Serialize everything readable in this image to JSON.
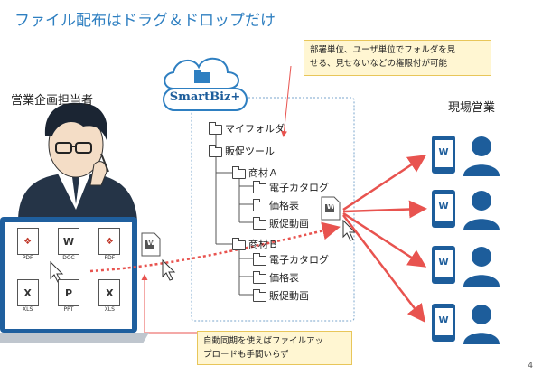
{
  "title": "ファイル配布はドラグ＆ドロップだけ",
  "left_label": "営業企画担当者",
  "right_label": "現場営業",
  "brand": "SmartBiz+",
  "note_top": {
    "line1": "部署単位、ユーザ単位でフォルダを見",
    "line2": "せる、見せないなどの権限付が可能"
  },
  "note_bottom": {
    "line1": "自動同期を使えばファイルアッ",
    "line2": "プロードも手間いらず"
  },
  "tree": {
    "my_folder": "マイフォルダ",
    "sales_tools": "販促ツール",
    "product_a": "商材Ａ",
    "a_items": [
      "電子カタログ",
      "価格表",
      "販促動画"
    ],
    "product_b": "商材Ｂ",
    "b_items": [
      "電子カタログ",
      "価格表",
      "販促動画"
    ]
  },
  "laptop_files": [
    {
      "ext": "PDF",
      "type": "pdf"
    },
    {
      "ext": "DOC",
      "type": "doc"
    },
    {
      "ext": "PDF",
      "type": "pdf"
    },
    {
      "ext": "XLS",
      "type": "xls"
    },
    {
      "ext": "PPT",
      "type": "ppt"
    },
    {
      "ext": "XLS",
      "type": "xls"
    }
  ],
  "doc_letter": "W",
  "page_number": "4",
  "colors": {
    "accent_blue": "#2e7fc1",
    "person_blue": "#1d5d9b",
    "arrow_red": "#e8534f",
    "note_bg": "#fff6d2"
  }
}
